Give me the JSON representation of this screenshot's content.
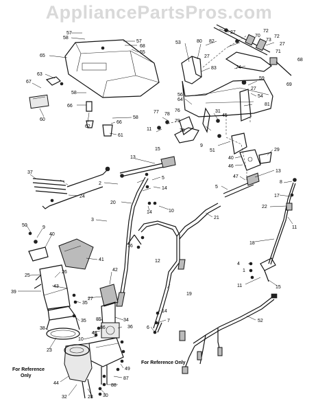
{
  "watermark": "AppliancePartsPros.com",
  "reference_notes": [
    "For Reference Only",
    "For Reference Only"
  ],
  "part_labels": [
    "57",
    "58",
    "57",
    "68",
    "55",
    "65",
    "63",
    "67",
    "60",
    "58",
    "66",
    "62",
    "58",
    "66",
    "61",
    "53",
    "80",
    "27",
    "83",
    "72",
    "70",
    "27",
    "82",
    "73",
    "72",
    "71",
    "27",
    "74",
    "68",
    "69",
    "59",
    "27",
    "54",
    "64",
    "56",
    "81",
    "76",
    "78",
    "79",
    "77",
    "75",
    "31",
    "45",
    "51",
    "9",
    "11",
    "15",
    "40",
    "46",
    "29",
    "47",
    "13",
    "5",
    "14",
    "10",
    "14",
    "2",
    "20",
    "3",
    "37",
    "24",
    "5",
    "13",
    "8",
    "17",
    "22",
    "11",
    "21",
    "18",
    "4",
    "1",
    "11",
    "15",
    "50",
    "9",
    "40",
    "41",
    "25",
    "26",
    "43",
    "35",
    "35",
    "39",
    "12",
    "16",
    "42",
    "27",
    "34",
    "85",
    "36",
    "48",
    "86",
    "38",
    "23",
    "10",
    "44",
    "32",
    "28",
    "30",
    "88",
    "87",
    "49",
    "19",
    "14",
    "7",
    "6",
    "52"
  ]
}
